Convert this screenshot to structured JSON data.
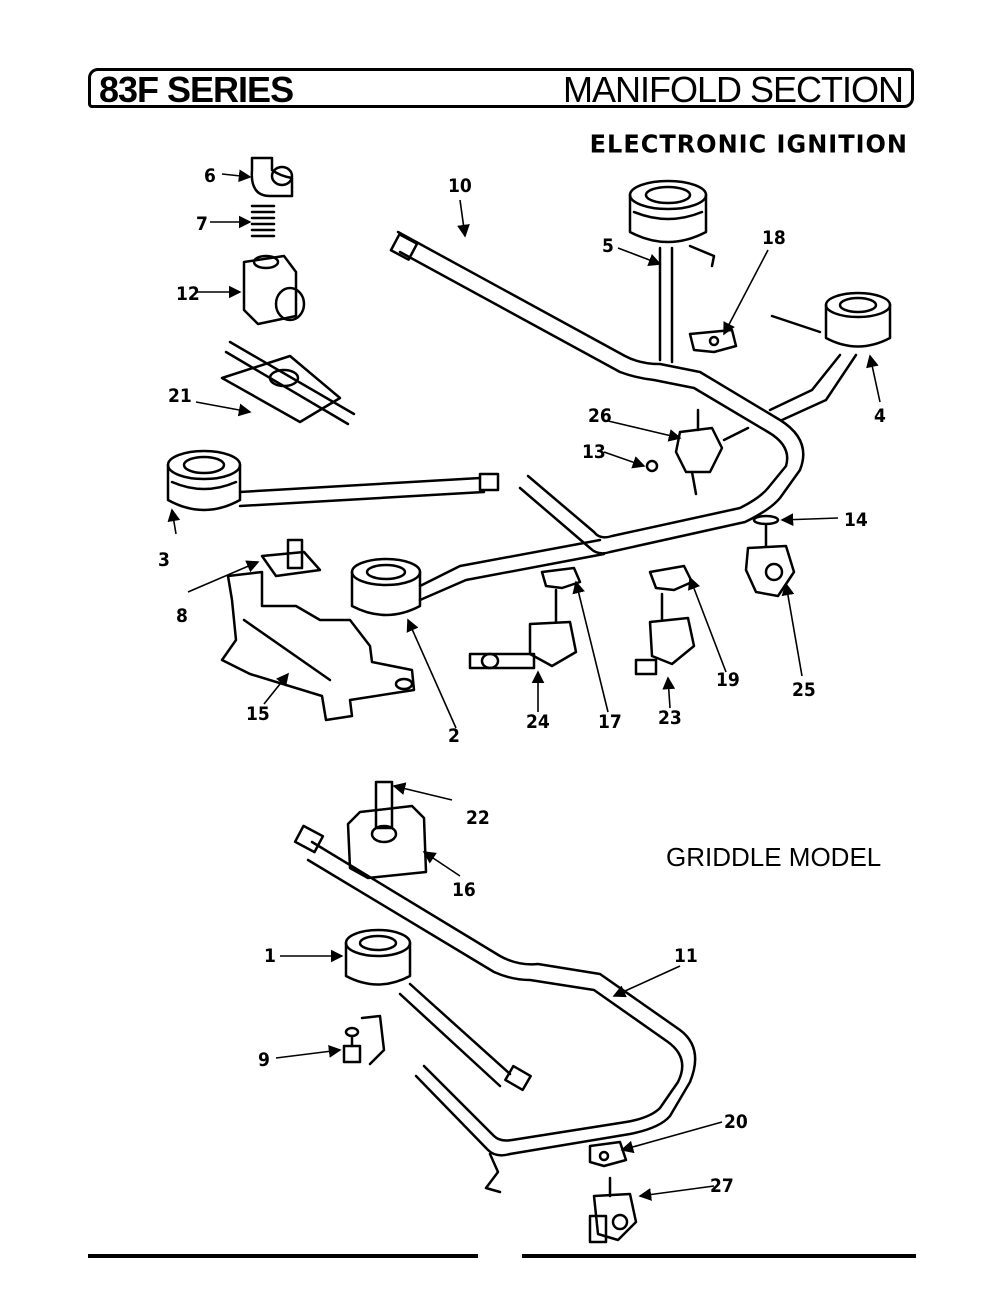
{
  "header": {
    "series": "83F SERIES",
    "section": "MANIFOLD SECTION",
    "subtitle": "ELECTRONIC IGNITION"
  },
  "griddle_label": "GRIDDLE MODEL",
  "callouts": [
    "1",
    "2",
    "3",
    "4",
    "5",
    "6",
    "7",
    "8",
    "9",
    "10",
    "11",
    "12",
    "13",
    "14",
    "15",
    "16",
    "17",
    "18",
    "19",
    "20",
    "21",
    "22",
    "23",
    "24",
    "25",
    "26",
    "27"
  ]
}
